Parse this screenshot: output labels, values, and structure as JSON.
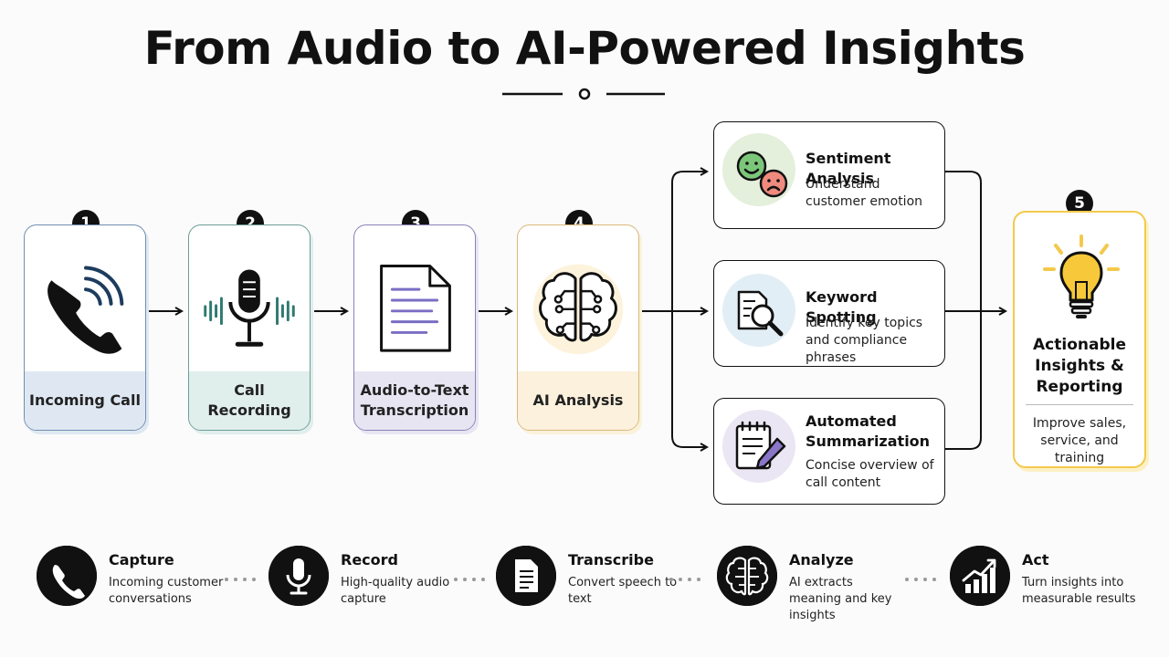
{
  "title": "From Audio to AI-Powered Insights",
  "steps": [
    {
      "number": "1",
      "label": "Incoming Call",
      "icon": "phone-icon",
      "color": "#dfe8f2",
      "border": "#6f8fb0"
    },
    {
      "number": "2",
      "label": "Call Recording",
      "icon": "microphone-icon",
      "color": "#e0eeec",
      "border": "#6e9e96"
    },
    {
      "number": "3",
      "label": "Audio-to-Text Transcription",
      "icon": "document-icon",
      "color": "#e8e5f3",
      "border": "#8b82b8"
    },
    {
      "number": "4",
      "label": "AI Analysis",
      "icon": "brain-icon",
      "color": "#fbf1dc",
      "border": "#d8b97a"
    }
  ],
  "analysis": [
    {
      "title": "Sentiment Analysis",
      "desc": "Understand customer emotion",
      "icon": "smiley-faces-icon"
    },
    {
      "title": "Keyword Spotting",
      "desc": "Identify key topics and compliance phrases",
      "icon": "magnifier-document-icon"
    },
    {
      "title": "Automated Summarization",
      "desc": "Concise overview of call content",
      "icon": "notepad-pencil-icon"
    }
  ],
  "final": {
    "number": "5",
    "title": "Actionable Insights & Reporting",
    "desc": "Improve sales, service, and training",
    "icon": "lightbulb-icon",
    "accent": "#f3c94c"
  },
  "bottom": [
    {
      "title": "Capture",
      "desc": "Incoming customer conversations",
      "icon": "phone-icon"
    },
    {
      "title": "Record",
      "desc": "High-quality audio capture",
      "icon": "microphone-icon"
    },
    {
      "title": "Transcribe",
      "desc": "Convert speech to text",
      "icon": "document-icon"
    },
    {
      "title": "Analyze",
      "desc": "AI extracts meaning and key insights",
      "icon": "brain-icon"
    },
    {
      "title": "Act",
      "desc": "Turn insights into measurable results",
      "icon": "growth-chart-icon"
    }
  ]
}
